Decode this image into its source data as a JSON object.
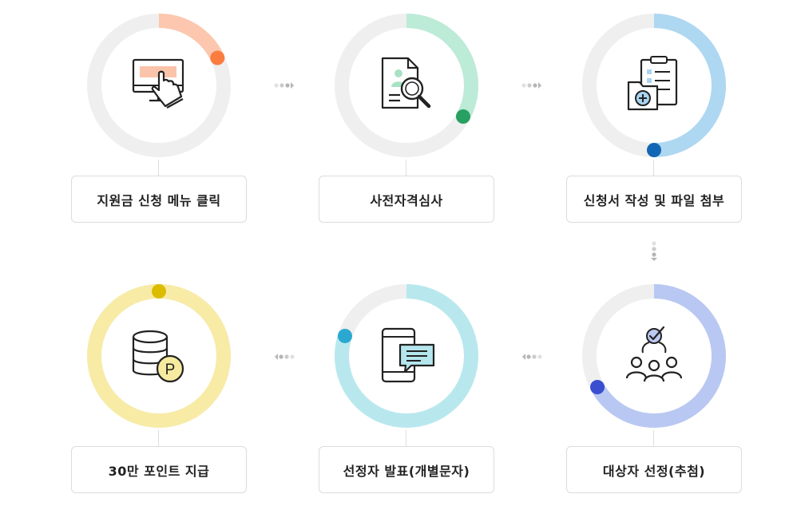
{
  "steps": [
    {
      "label": "지원금 신청 메뉴 클릭",
      "icon": "computer-click-icon",
      "progress": 0.18,
      "color": "#fcc7ae",
      "dot_color": "#fa7d3f"
    },
    {
      "label": "사전자격심사",
      "icon": "document-search-icon",
      "progress": 0.33,
      "color": "#bcebd7",
      "dot_color": "#27a061"
    },
    {
      "label": "신청서 작성 및 파일 첨부",
      "icon": "clipboard-folder-icon",
      "progress": 0.5,
      "color": "#aed7f1",
      "dot_color": "#1366b4"
    },
    {
      "label": "대상자 선정(추첨)",
      "icon": "group-check-icon",
      "progress": 0.67,
      "color": "#b9c8f2",
      "dot_color": "#3a4ed0"
    },
    {
      "label": "선정자 발표(개별문자)",
      "icon": "phone-message-icon",
      "progress": 0.8,
      "color": "#b8e8ee",
      "dot_color": "#2aa8d1"
    },
    {
      "label": "30만 포인트 지급",
      "icon": "coins-point-icon",
      "progress": 1.0,
      "color": "#f7eba6",
      "dot_color": "#dcbc00"
    }
  ],
  "point_badge": "P"
}
